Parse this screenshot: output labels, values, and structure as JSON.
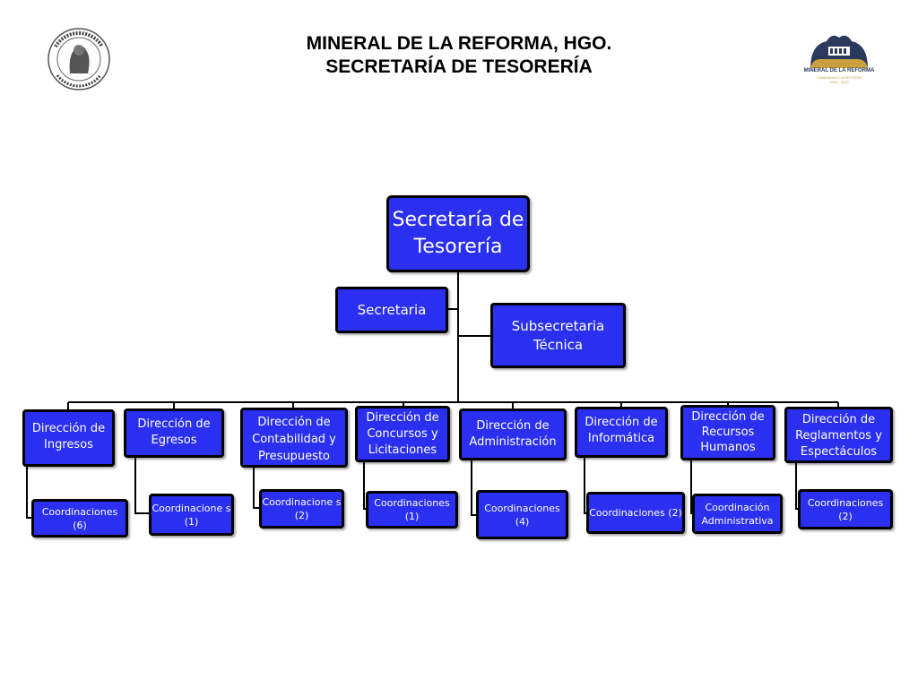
{
  "header": {
    "line1": "MINERAL DE LA REFORMA, HGO.",
    "line2": "SECRETARÍA DE TESORERÍA"
  },
  "logos": {
    "left": {
      "text_top": "MUNICIPIO DE MINERAL",
      "text_bottom": "DE LA REFORMA HGO."
    },
    "right": {
      "name": "MINERAL DE LA REFORMA",
      "tagline": "CAMBIANDO LA HISTORIA",
      "years": "2016 - 2020"
    }
  },
  "org": {
    "top": "Secretaría de Tesorería",
    "secretaria": "Secretaria",
    "subsecretaria": "Subsecretaria Técnica",
    "directions": [
      {
        "name": "Dirección de Ingresos",
        "coord": "Coordinaciones (6)"
      },
      {
        "name": "Dirección de Egresos",
        "coord": "Coordinacione s (1)"
      },
      {
        "name": "Dirección de Contabilidad y Presupuesto",
        "coord": "Coordinacione s (2)"
      },
      {
        "name": "Dirección de Concursos y Licitaciones",
        "coord": "Coordinaciones (1)"
      },
      {
        "name": "Dirección de Administración",
        "coord": "Coordinaciones (4)"
      },
      {
        "name": "Dirección de Informática",
        "coord": "Coordinaciones (2)"
      },
      {
        "name": "Dirección de Recursos Humanos",
        "coord": "Coordinación Administrativa"
      },
      {
        "name": "Dirección de Reglamentos y Espectáculos",
        "coord": "Coordinaciones (2)"
      }
    ]
  },
  "colors": {
    "box_fill": "#2a2ff0",
    "box_border": "#000000",
    "box_text": "#ffffff"
  }
}
